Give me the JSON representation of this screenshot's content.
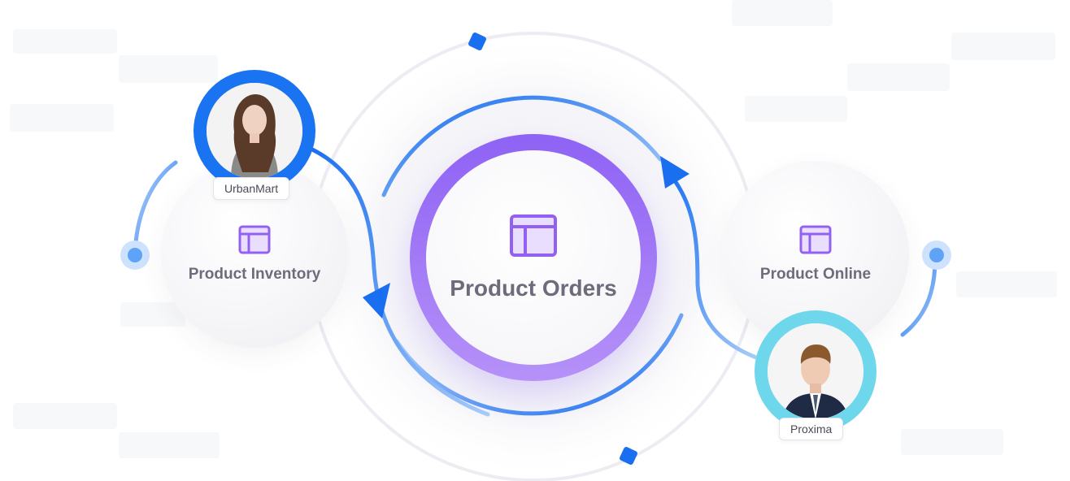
{
  "diagram": {
    "center": {
      "label": "Product Orders",
      "icon": "table-layout-icon"
    },
    "left_node": {
      "label": "Product Inventory",
      "icon": "table-layout-icon"
    },
    "right_node": {
      "label": "Product Online",
      "icon": "table-layout-icon"
    },
    "users": [
      {
        "name": "UrbanMart",
        "avatar": "woman-portrait-avatar",
        "ring_color": "#1a73f0"
      },
      {
        "name": "Proxima",
        "avatar": "man-portrait-avatar",
        "ring_color": "#5fd3ea"
      }
    ],
    "colors": {
      "accent_purple": "#8e62f5",
      "flow_blue": "#1a6ff0",
      "light_blue": "#a8ccf8"
    }
  }
}
